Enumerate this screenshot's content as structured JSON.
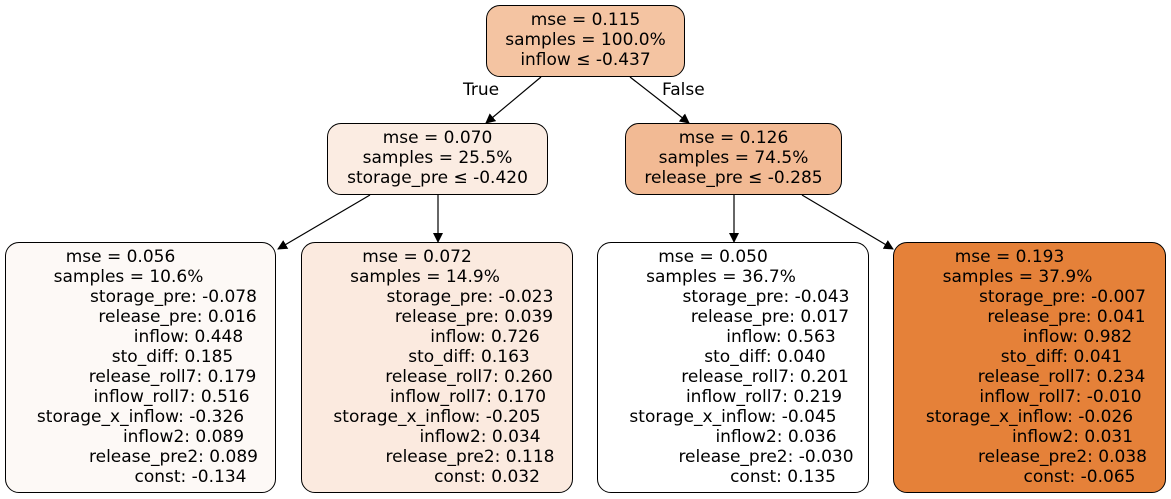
{
  "edge_labels": {
    "true_label": "True",
    "false_label": "False"
  },
  "colors": {
    "border": "#000000",
    "edge": "#000000"
  },
  "nodes": {
    "root": {
      "fill": "#f4c4a2",
      "lines": [
        "mse = 0.115",
        "samples = 100.0%",
        "inflow ≤ -0.437"
      ]
    },
    "left": {
      "fill": "#fbece2",
      "lines": [
        "mse = 0.070",
        "samples = 25.5%",
        "storage_pre ≤ -0.420"
      ]
    },
    "right": {
      "fill": "#f2ba94",
      "lines": [
        "mse = 0.126",
        "samples = 74.5%",
        "release_pre ≤ -0.285"
      ]
    },
    "leaf1": {
      "fill": "#fdf9f6",
      "lines": [
        "mse = 0.056",
        "samples = 10.6%",
        "storage_pre: -0.078",
        "release_pre: 0.016",
        "inflow: 0.448",
        "sto_diff: 0.185",
        "release_roll7: 0.179",
        "inflow_roll7: 0.516",
        "storage_x_inflow: -0.326",
        "inflow2: 0.089",
        "release_pre2: 0.089",
        "const: -0.134"
      ]
    },
    "leaf2": {
      "fill": "#fbeadf",
      "lines": [
        "mse = 0.072",
        "samples = 14.9%",
        "storage_pre: -0.023",
        "release_pre: 0.039",
        "inflow: 0.726",
        "sto_diff: 0.163",
        "release_roll7: 0.260",
        "inflow_roll7: 0.170",
        "storage_x_inflow: -0.205",
        "inflow2: 0.034",
        "release_pre2: 0.118",
        "const: 0.032"
      ]
    },
    "leaf3": {
      "fill": "#ffffff",
      "lines": [
        "mse = 0.050",
        "samples = 36.7%",
        "storage_pre: -0.043",
        "release_pre: 0.017",
        "inflow: 0.563",
        "sto_diff: 0.040",
        "release_roll7: 0.201",
        "inflow_roll7: 0.219",
        "storage_x_inflow: -0.045",
        "inflow2: 0.036",
        "release_pre2: -0.030",
        "const: 0.135"
      ]
    },
    "leaf4": {
      "fill": "#e58139",
      "lines": [
        "mse = 0.193",
        "samples = 37.9%",
        "storage_pre: -0.007",
        "release_pre: 0.041",
        "inflow: 0.982",
        "sto_diff: 0.041",
        "release_roll7: 0.234",
        "inflow_roll7: -0.010",
        "storage_x_inflow: -0.026",
        "inflow2: 0.031",
        "release_pre2: 0.038",
        "const: -0.065"
      ]
    }
  }
}
